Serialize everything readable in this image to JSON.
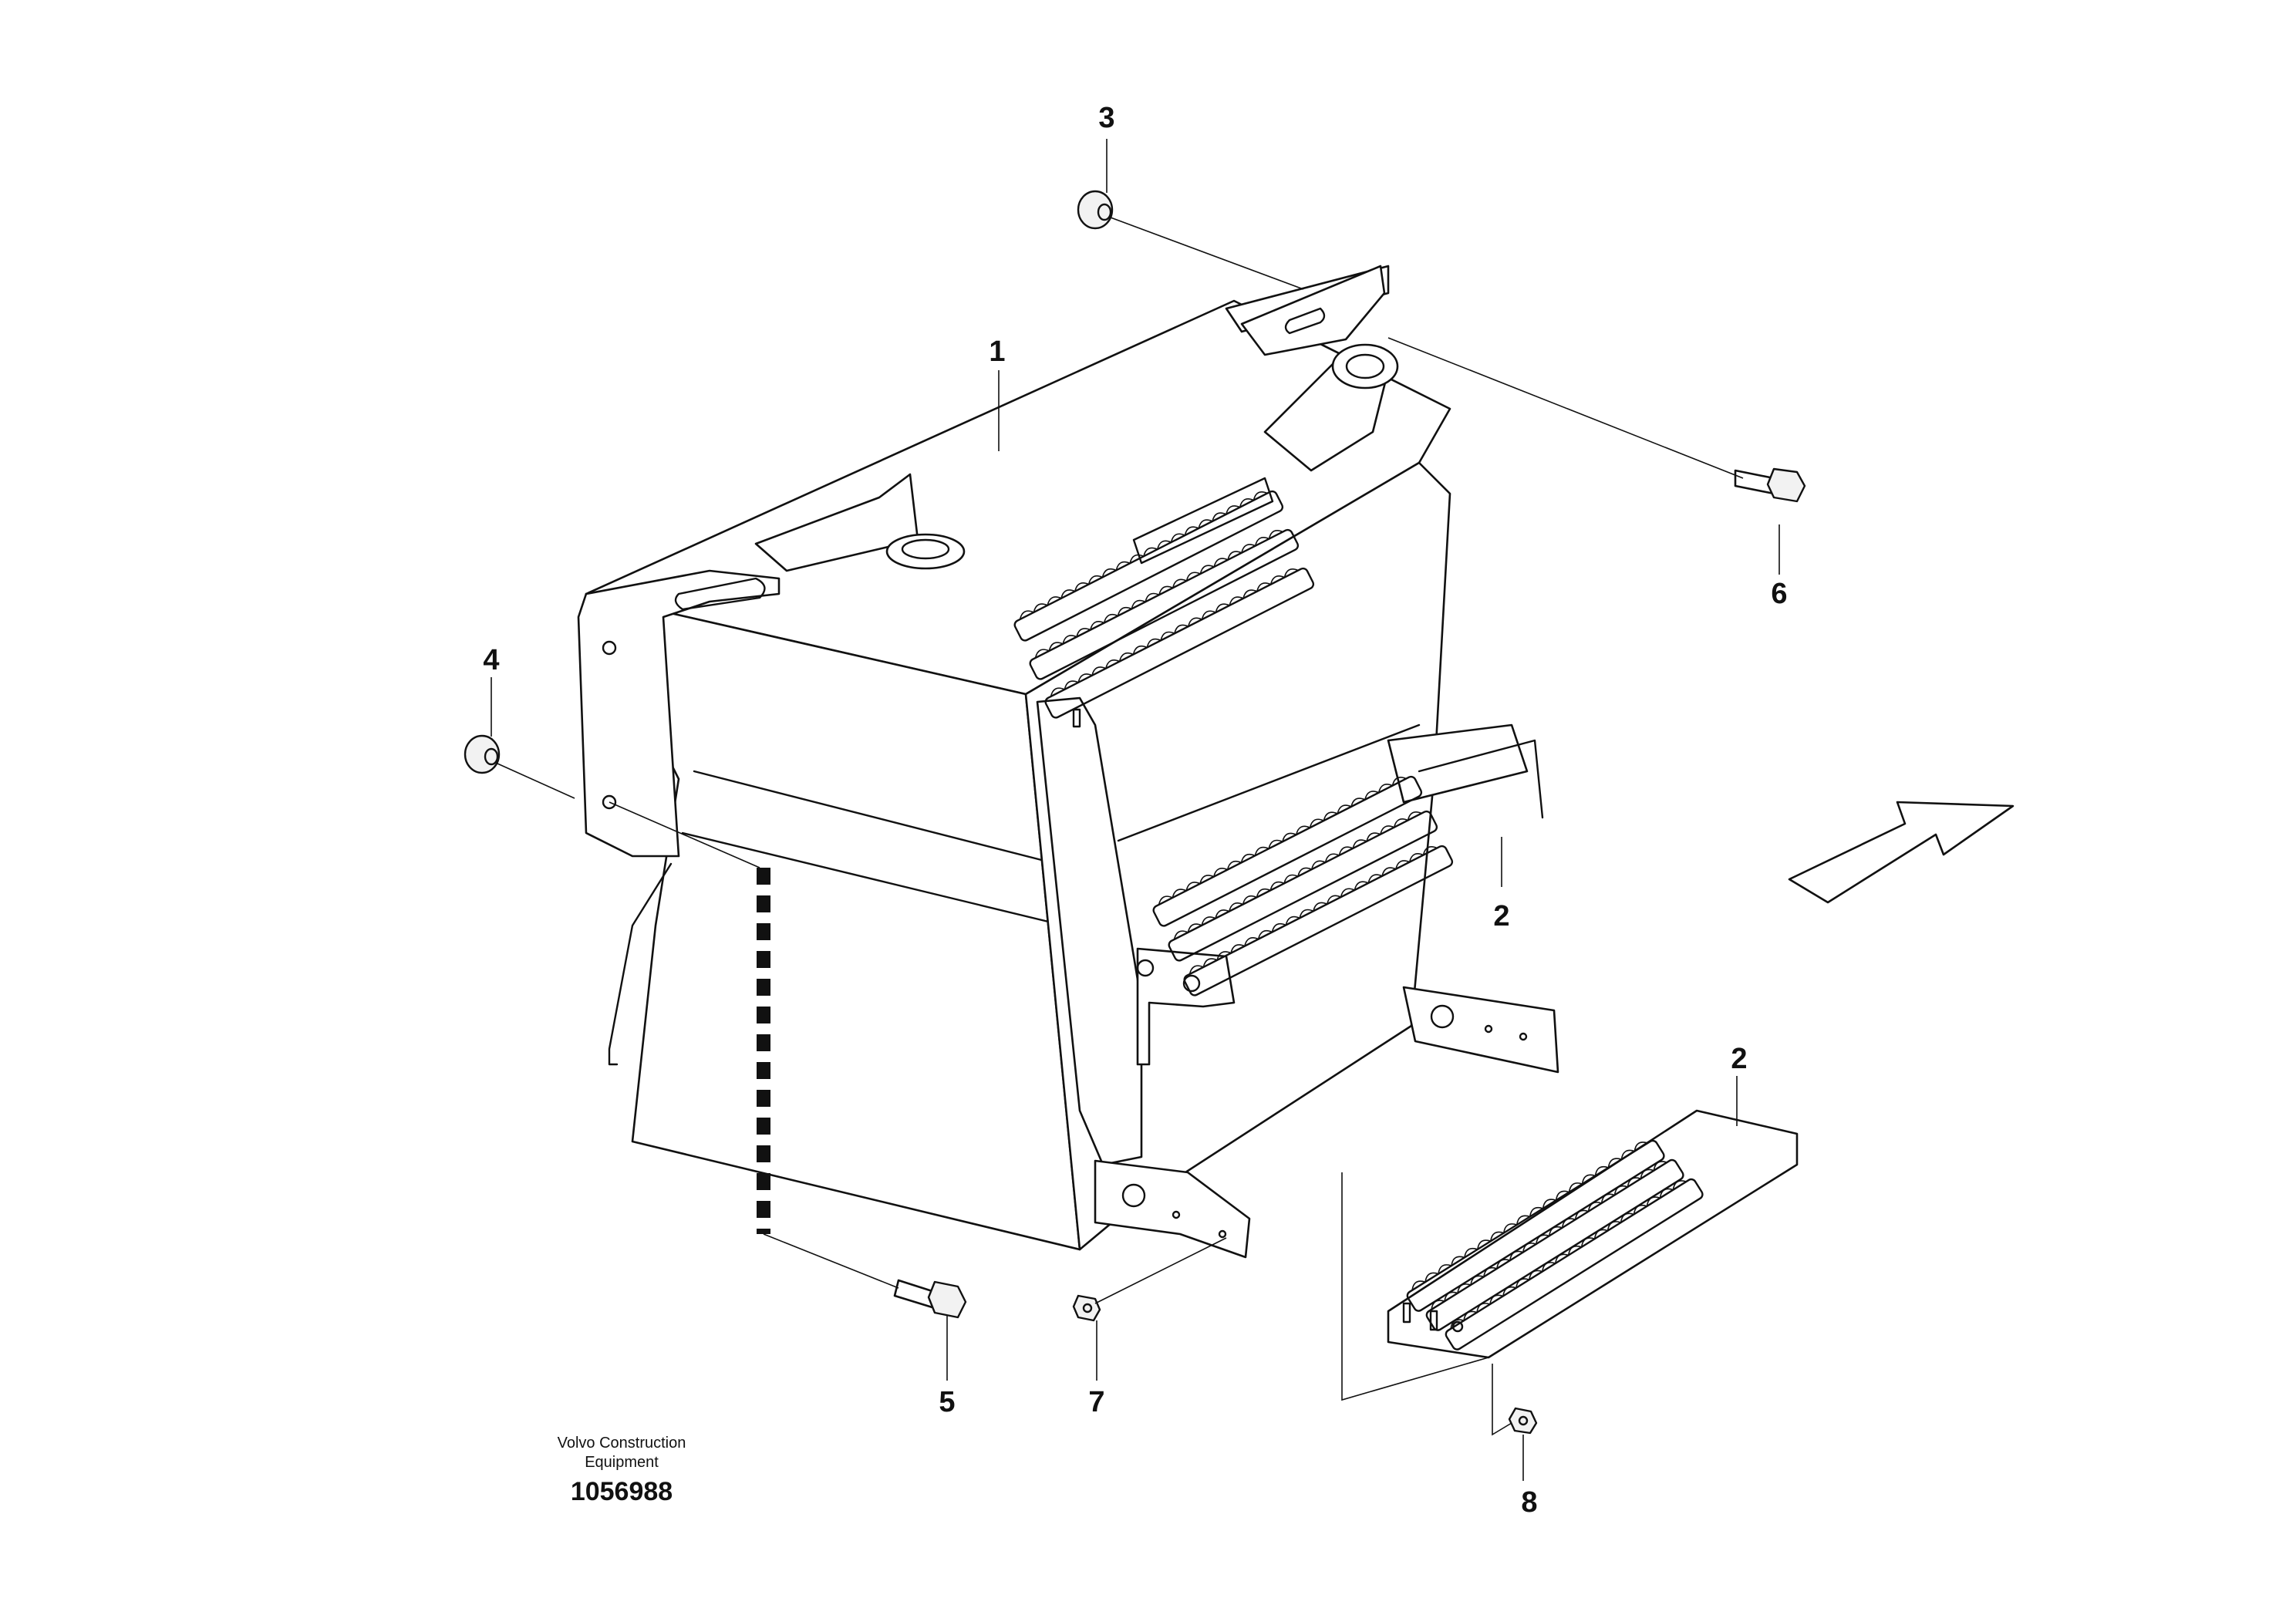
{
  "callouts": {
    "c1": "1",
    "c2a": "2",
    "c2b": "2",
    "c3": "3",
    "c4": "4",
    "c5": "5",
    "c6": "6",
    "c7": "7",
    "c8": "8"
  },
  "footer": {
    "company_line1": "Volvo Construction",
    "company_line2": "Equipment",
    "drawing_number": "1056988"
  },
  "direction_arrow": "forward-arrow-icon"
}
